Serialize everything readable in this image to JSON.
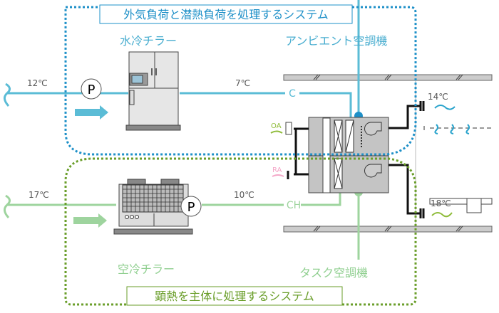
{
  "systems": {
    "latent": {
      "title": "外気負荷と潜熱負荷を処理するシステム",
      "color": "#1e90c8"
    },
    "sensible": {
      "title": "顕熱を主体に処理するシステム",
      "color": "#6a9e2a"
    }
  },
  "equipment": {
    "water_chiller": "水冷チラー",
    "air_chiller": "空冷チラー",
    "ambient_ahu": "アンビエント空調機",
    "task_ahu": "タスク空調機"
  },
  "pipes": {
    "chilled_label": "C",
    "chilled_return_temp": "12℃",
    "chilled_supply_temp": "7℃",
    "cooling_label": "CH",
    "cooling_return_temp": "17℃",
    "cooling_supply_temp": "10℃",
    "pump_label": "P",
    "chilled_color": "#5bbcd6",
    "cooling_color": "#9ed49e"
  },
  "air": {
    "outdoor_air": "OA",
    "return_air": "RA",
    "ambient_supply_temp": "14℃",
    "task_supply_temp": "18℃"
  }
}
